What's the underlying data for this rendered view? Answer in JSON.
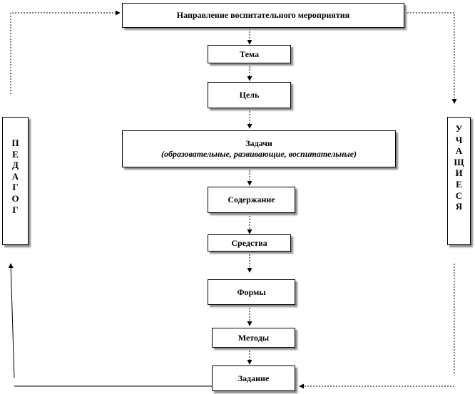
{
  "top": {
    "label": "Направление воспитательного мероприятия"
  },
  "steps": {
    "theme": "Тема",
    "goal": "Цель",
    "tasks_title": "Задачи",
    "tasks_sub": "(образовательные, развивающие, воспитательные)",
    "content": "Содержание",
    "means": "Средства",
    "forms": "Формы",
    "methods": "Методы",
    "assignment": "Задание"
  },
  "left": {
    "letters": [
      "П",
      "Е",
      "Д",
      "А",
      "Г",
      "О",
      "Г"
    ]
  },
  "right": {
    "letters": [
      "У",
      "Ч",
      "А",
      "Щ",
      "И",
      "Е",
      "С",
      "Я"
    ]
  }
}
